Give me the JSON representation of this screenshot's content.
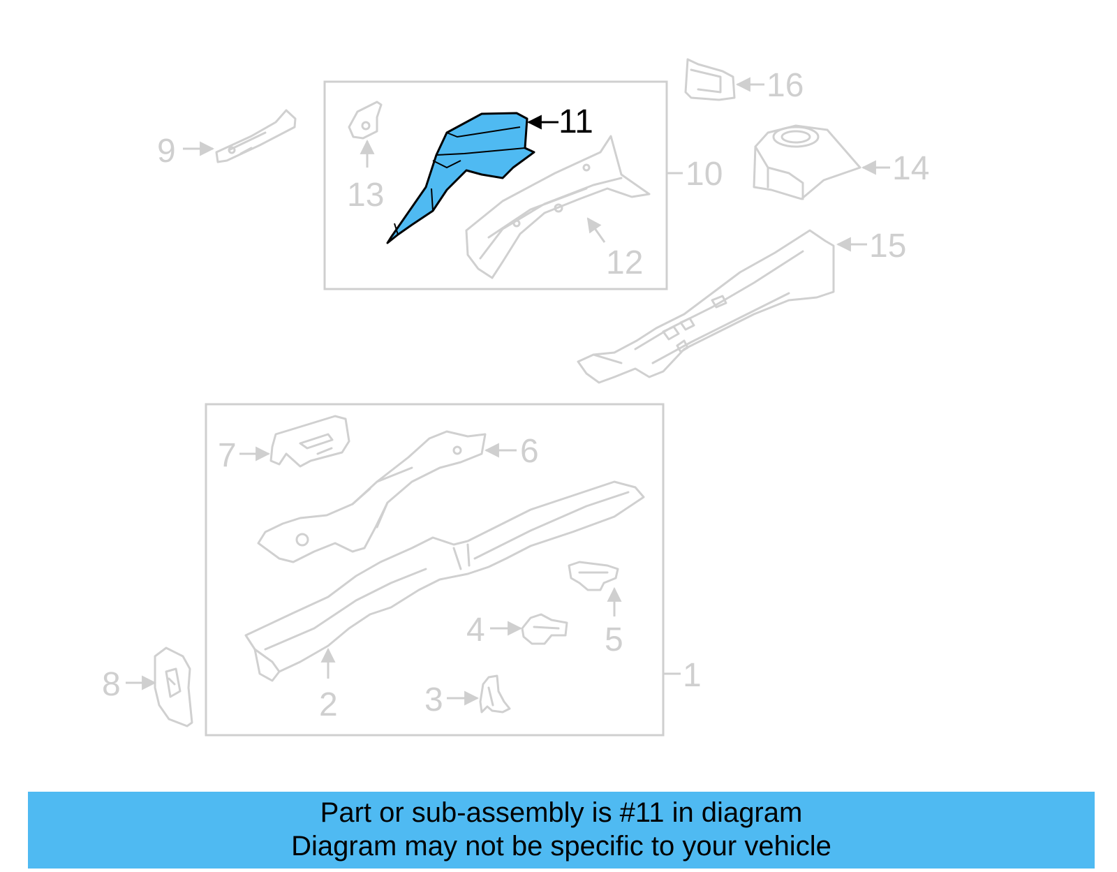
{
  "diagram": {
    "highlight_color": "#4fbaf2",
    "ghost_color": "#d0d0d0",
    "callouts": {
      "c1": "1",
      "c2": "2",
      "c3": "3",
      "c4": "4",
      "c5": "5",
      "c6": "6",
      "c7": "7",
      "c8": "8",
      "c9": "9",
      "c10": "10",
      "c11": "11",
      "c12": "12",
      "c13": "13",
      "c14": "14",
      "c15": "15",
      "c16": "16"
    },
    "highlighted_part": "11"
  },
  "banner": {
    "background": "#4fbaf2",
    "line1": "Part or sub-assembly is #11 in diagram",
    "line2": "Diagram may not be specific to your vehicle"
  }
}
